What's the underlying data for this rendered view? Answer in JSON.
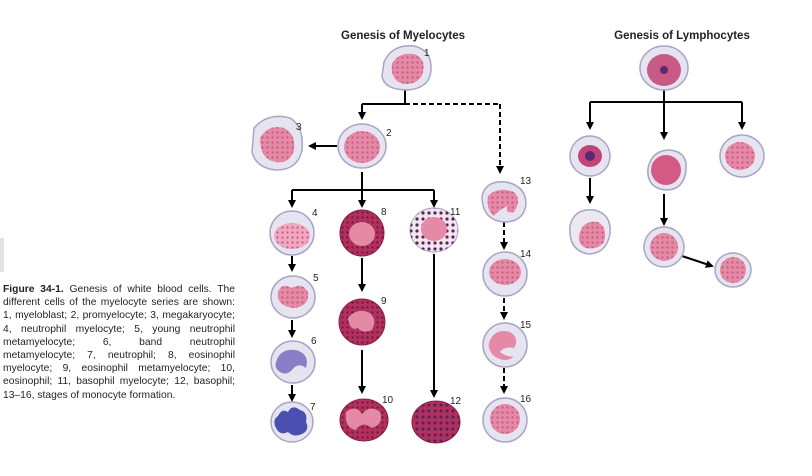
{
  "titles": {
    "myelocytes": "Genesis of Myelocytes",
    "lymphocytes": "Genesis of Lymphocytes"
  },
  "caption": {
    "label": "Figure 34-1.",
    "text": " Genesis of white blood cells. The different cells of the myelocyte series are shown: 1, myeloblast; 2, promyelocyte; 3, megakaryocyte; 4, neutrophil myelocyte; 5, young neutrophil metamyelocyte; 6, band neutrophil metamyelocyte; 7, neutrophil; 8, eosinophil myelocyte; 9, eosinophil metamyelocyte; 10, eosinophil; 11, basophil myelocyte; 12, basophil; 13–16, stages of monocyte formation."
  },
  "cell_labels": {
    "c1": "1",
    "c2": "2",
    "c3": "3",
    "c4": "4",
    "c5": "5",
    "c6": "6",
    "c7": "7",
    "c8": "8",
    "c9": "9",
    "c10": "10",
    "c11": "11",
    "c12": "12",
    "c13": "13",
    "c14": "14",
    "c15": "15",
    "c16": "16"
  },
  "colors": {
    "cell_outline": "#a7a6c4",
    "cytoplasm": "#e6e4f1",
    "nucleus_pink": "#e58aa6",
    "nucleus_dark": "#c83a6b",
    "eosinophil": "#b0305e",
    "neutrophil_nucleus": "#4a4fb0",
    "arrow": "#000000"
  }
}
